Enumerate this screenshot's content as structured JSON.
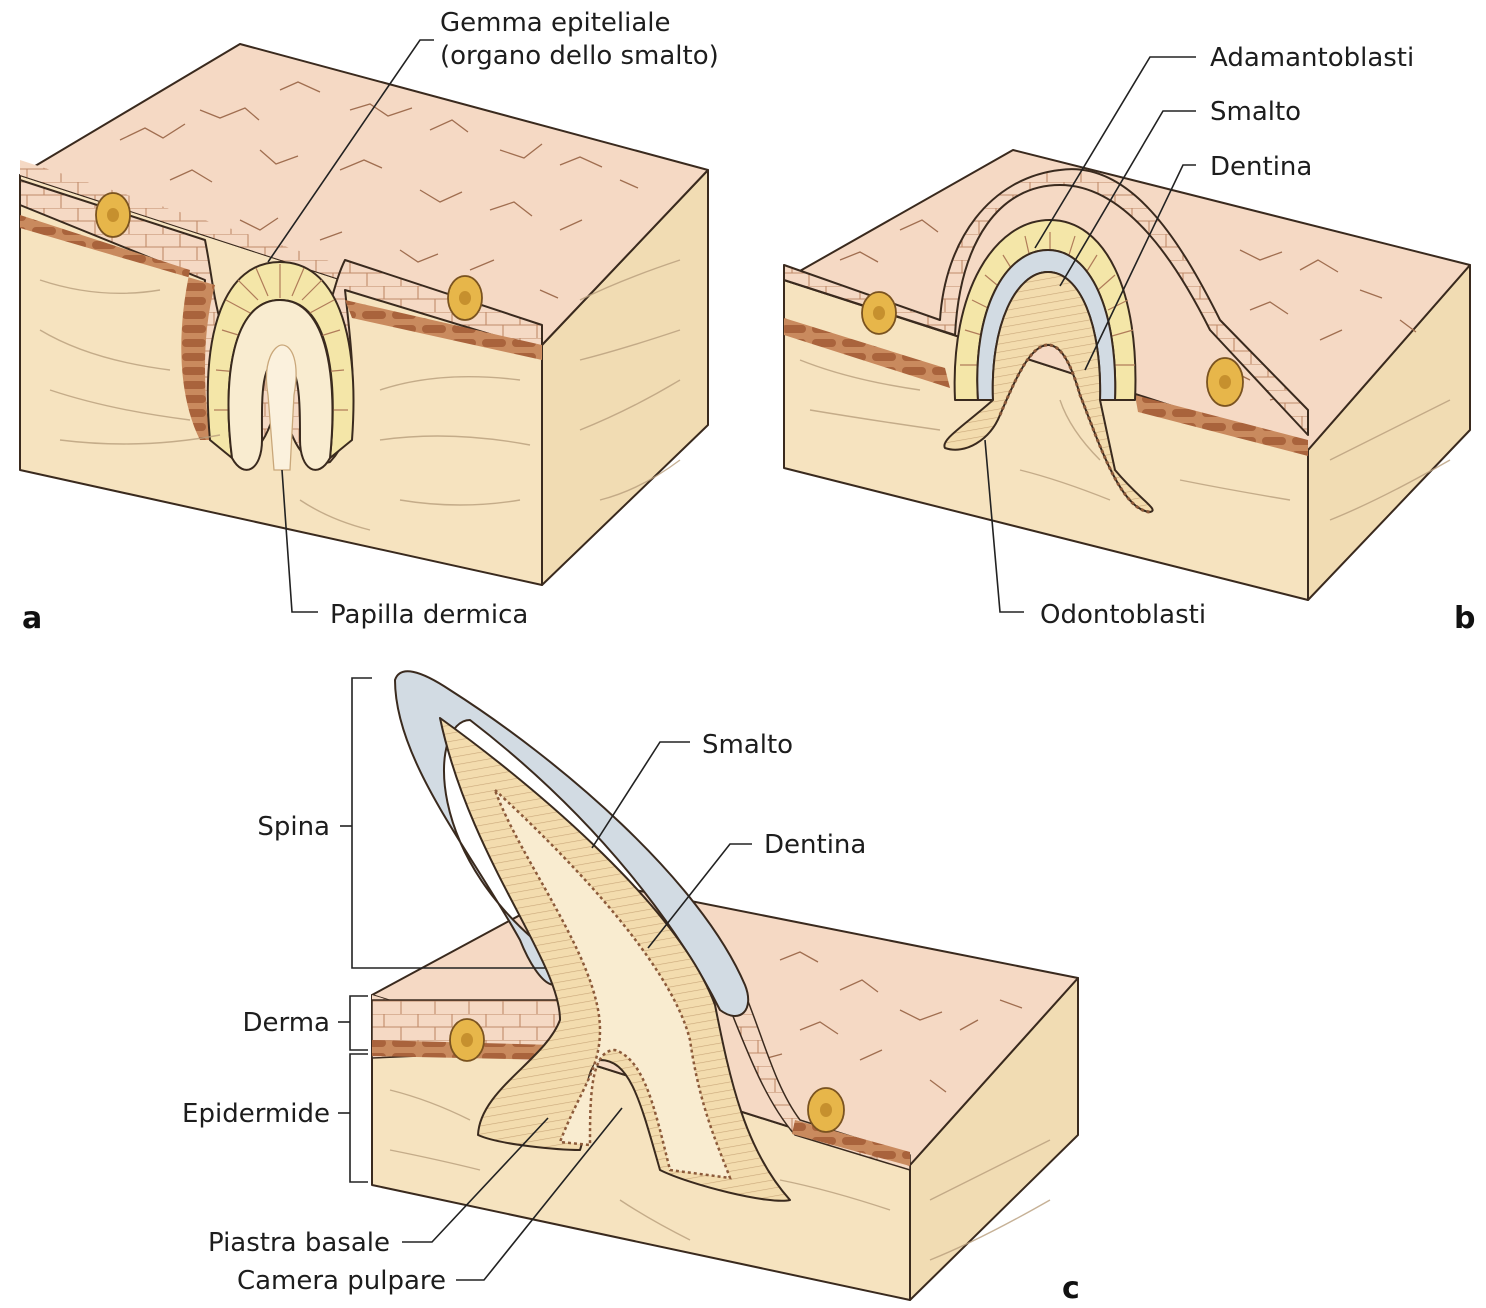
{
  "panels": {
    "a": {
      "letter": "a",
      "labels": {
        "gemma_line1": "Gemma epiteliale",
        "gemma_line2": "(organo dello smalto)",
        "papilla": "Papilla dermica"
      }
    },
    "b": {
      "letter": "b",
      "labels": {
        "adamantoblasti": "Adamantoblasti",
        "smalto": "Smalto",
        "dentina": "Dentina",
        "odontoblasti": "Odontoblasti"
      }
    },
    "c": {
      "letter": "c",
      "labels": {
        "smalto": "Smalto",
        "dentina": "Dentina",
        "spina": "Spina",
        "derma": "Derma",
        "epidermide": "Epidermide",
        "piastra": "Piastra basale",
        "camera": "Camera pulpare"
      }
    }
  },
  "colors": {
    "dermis": "#f6e3bf",
    "side": "#f1dcb3",
    "epidermis": "#f5d9c4",
    "basal_layer": "#c98a5e",
    "columnar_cells": "#f4e6a8",
    "enamel": "#d2dbe3",
    "dentine": "#f3dcae",
    "nucleus": "#e7b64a"
  }
}
